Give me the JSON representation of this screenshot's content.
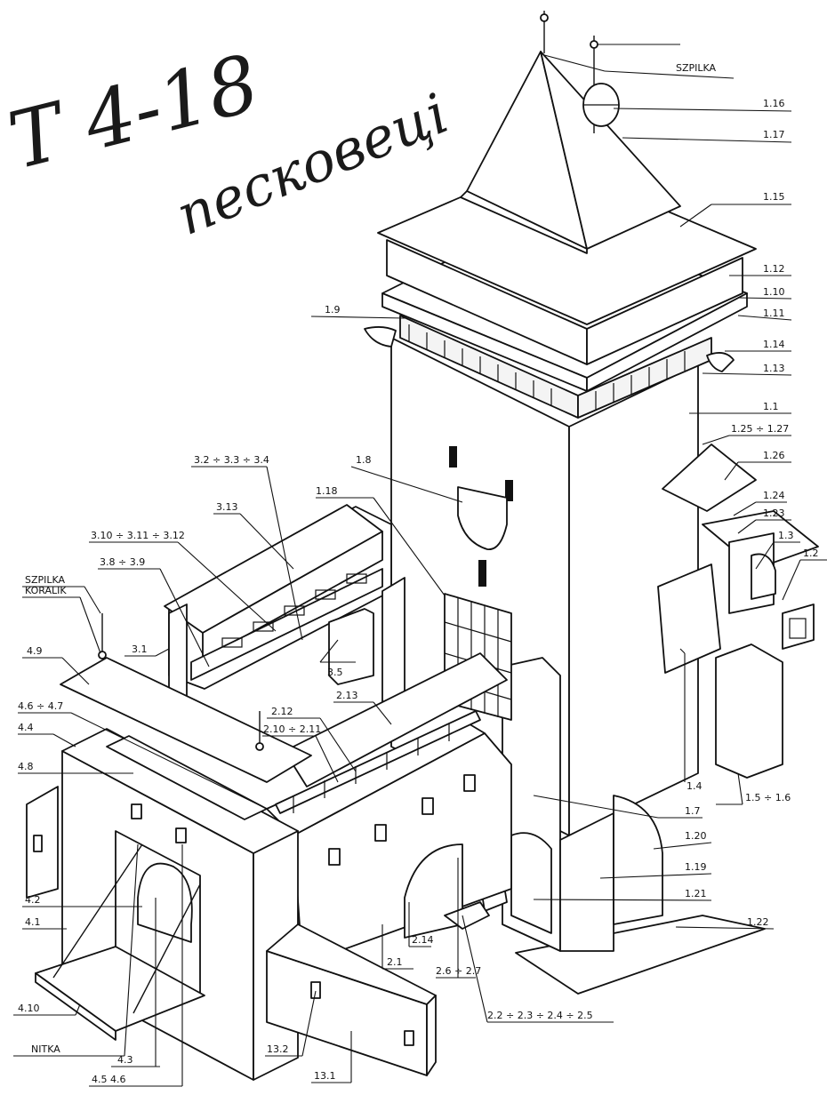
{
  "handwriting": {
    "line1": "T 4-18",
    "line2": "песковеці"
  },
  "labels": [
    {
      "id": "szpilka-top",
      "text": "SZPILKA"
    },
    {
      "id": "l-1-16",
      "text": "1.16"
    },
    {
      "id": "l-1-17",
      "text": "1.17"
    },
    {
      "id": "l-1-15",
      "text": "1.15"
    },
    {
      "id": "l-1-12",
      "text": "1.12"
    },
    {
      "id": "l-1-10",
      "text": "1.10"
    },
    {
      "id": "l-1-11",
      "text": "1.11"
    },
    {
      "id": "l-1-9",
      "text": "1.9"
    },
    {
      "id": "l-1-14",
      "text": "1.14"
    },
    {
      "id": "l-1-13",
      "text": "1.13"
    },
    {
      "id": "l-1-1",
      "text": "1.1"
    },
    {
      "id": "l-1-25-27",
      "text": "1.25 ÷ 1.27"
    },
    {
      "id": "l-1-26",
      "text": "1.26"
    },
    {
      "id": "l-1-24",
      "text": "1.24"
    },
    {
      "id": "l-1-23",
      "text": "1.23"
    },
    {
      "id": "l-1-3",
      "text": "1.3"
    },
    {
      "id": "l-1-2",
      "text": "1.2"
    },
    {
      "id": "l-1-8",
      "text": "1.8"
    },
    {
      "id": "l-1-18",
      "text": "1.18"
    },
    {
      "id": "l-3-2-3-4",
      "text": "3.2 ÷ 3.3 ÷ 3.4"
    },
    {
      "id": "l-3-13",
      "text": "3.13"
    },
    {
      "id": "l-3-10-12",
      "text": "3.10 ÷ 3.11 ÷ 3.12"
    },
    {
      "id": "l-3-8-9",
      "text": "3.8 ÷ 3.9"
    },
    {
      "id": "szpilka-left",
      "text": "SZPILKA"
    },
    {
      "id": "koralik",
      "text": "KORALIK"
    },
    {
      "id": "l-4-9",
      "text": "4.9"
    },
    {
      "id": "l-3-1",
      "text": "3.1"
    },
    {
      "id": "l-3-5",
      "text": "3.5"
    },
    {
      "id": "l-4-6-4-7",
      "text": "4.6 ÷ 4.7"
    },
    {
      "id": "l-4-4",
      "text": "4.4"
    },
    {
      "id": "l-4-8",
      "text": "4.8"
    },
    {
      "id": "l-2-13",
      "text": "2.13"
    },
    {
      "id": "l-2-12",
      "text": "2.12"
    },
    {
      "id": "l-2-10-11",
      "text": "2.10 ÷ 2.11"
    },
    {
      "id": "l-1-4",
      "text": "1.4"
    },
    {
      "id": "l-1-5-6",
      "text": "1.5 ÷ 1.6"
    },
    {
      "id": "l-1-7",
      "text": "1.7"
    },
    {
      "id": "l-1-20",
      "text": "1.20"
    },
    {
      "id": "l-1-19",
      "text": "1.19"
    },
    {
      "id": "l-1-21",
      "text": "1.21"
    },
    {
      "id": "l-1-22",
      "text": "1.22"
    },
    {
      "id": "l-4-2",
      "text": "4.2"
    },
    {
      "id": "l-4-1",
      "text": "4.1"
    },
    {
      "id": "l-2-1",
      "text": "2.1"
    },
    {
      "id": "l-2-14",
      "text": "2.14"
    },
    {
      "id": "l-2-6-27",
      "text": "2.6 ÷ 2.7"
    },
    {
      "id": "l-2-2-5",
      "text": "2.2 ÷ 2.3 ÷ 2.4 ÷ 2.5"
    },
    {
      "id": "l-4-10",
      "text": "4.10"
    },
    {
      "id": "nitka",
      "text": "NITKA"
    },
    {
      "id": "l-4-3",
      "text": "4.3"
    },
    {
      "id": "l-13-2",
      "text": "13.2"
    },
    {
      "id": "l-13-1",
      "text": "13.1"
    },
    {
      "id": "l-4-5-4-6",
      "text": "4.5  4.6"
    }
  ]
}
